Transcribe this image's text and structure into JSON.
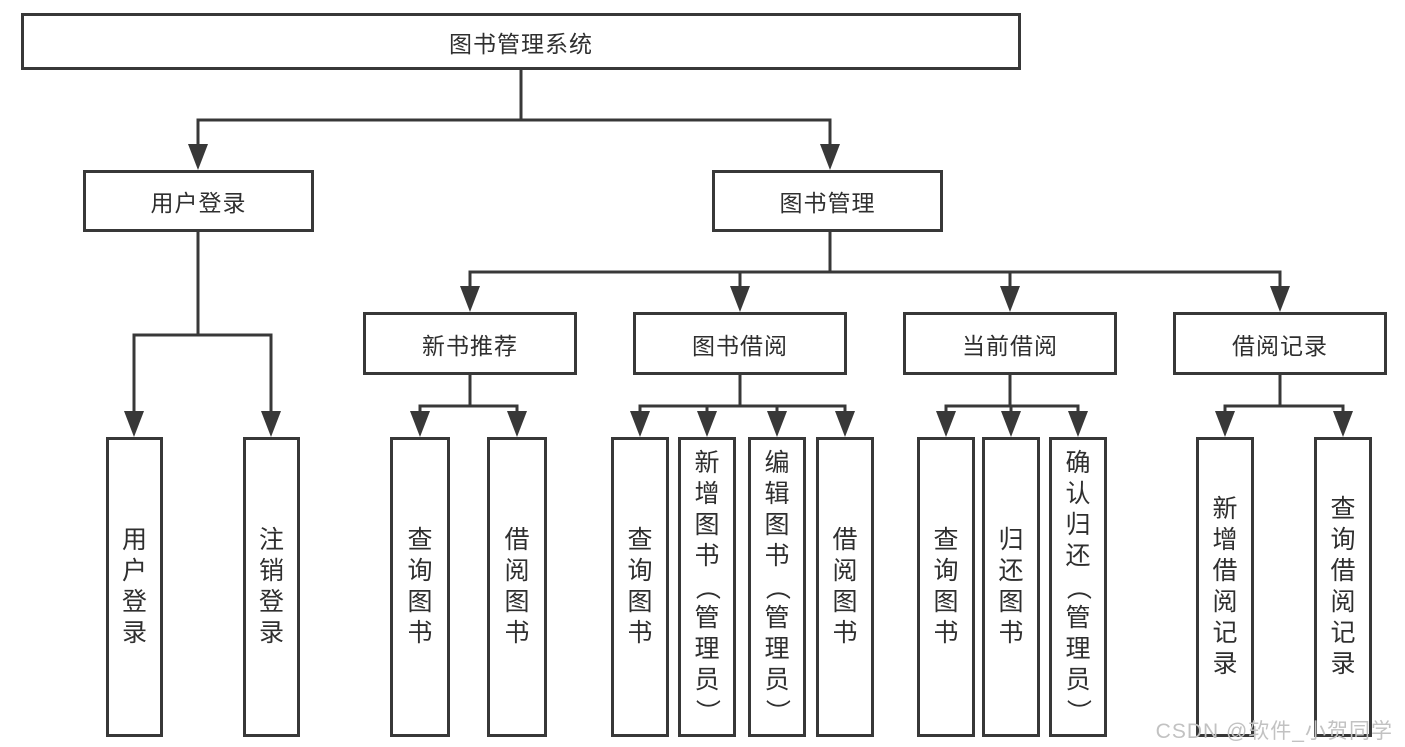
{
  "colors": {
    "line": "#383838",
    "box_border": "#383838",
    "text": "#2f2f2f",
    "watermark_text": "#c2c2c2",
    "background": "#ffffff"
  },
  "tree": {
    "label": "图书管理系统",
    "children": [
      {
        "label": "用户登录",
        "children": [
          {
            "label": "用户登录"
          },
          {
            "label": "注销登录"
          }
        ]
      },
      {
        "label": "图书管理",
        "children": [
          {
            "label": "新书推荐",
            "children": [
              {
                "label": "查询图书"
              },
              {
                "label": "借阅图书"
              }
            ]
          },
          {
            "label": "图书借阅",
            "children": [
              {
                "label": "查询图书"
              },
              {
                "label": "新增图书（管理员）"
              },
              {
                "label": "编辑图书（管理员）"
              },
              {
                "label": "借阅图书"
              }
            ]
          },
          {
            "label": "当前借阅",
            "children": [
              {
                "label": "查询图书"
              },
              {
                "label": "归还图书"
              },
              {
                "label": "确认归还（管理员）"
              }
            ]
          },
          {
            "label": "借阅记录",
            "children": [
              {
                "label": "新增借阅记录"
              },
              {
                "label": "查询借阅记录"
              }
            ]
          }
        ]
      }
    ]
  },
  "watermark": {
    "text": "CSDN @软件_小贺同学"
  }
}
